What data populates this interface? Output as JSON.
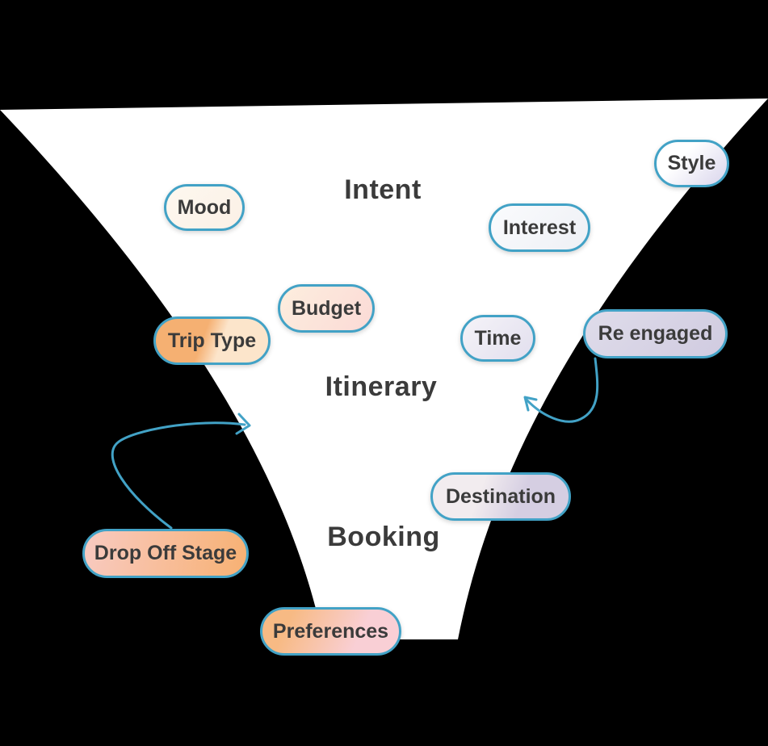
{
  "theme": {
    "background": "#000000",
    "funnel_fill": "#ffffff",
    "accent": "#42a2c6",
    "text_color": "#3b3b3b"
  },
  "funnel": {
    "stages": [
      {
        "id": "intent",
        "label": "Intent"
      },
      {
        "id": "itinerary",
        "label": "Itinerary"
      },
      {
        "id": "booking",
        "label": "Booking"
      }
    ]
  },
  "pills": [
    {
      "id": "mood",
      "label": "Mood",
      "background": "linear-gradient(135deg, #fdf8ef, #fcf0e6)"
    },
    {
      "id": "style",
      "label": "Style",
      "background": "linear-gradient(135deg, #ffffff 35%, #d9d5ec)"
    },
    {
      "id": "interest",
      "label": "Interest",
      "background": "linear-gradient(135deg, #fafbfd, #eef0f5)"
    },
    {
      "id": "budget",
      "label": "Budget",
      "background": "linear-gradient(125deg, #fdeede, #fbdad6)"
    },
    {
      "id": "trip-type",
      "label": "Trip Type",
      "background": "linear-gradient(110deg, #f5b072 42%, #fce5cb 58%)"
    },
    {
      "id": "time",
      "label": "Time",
      "background": "linear-gradient(135deg, #f5f3f8, #e2dfee)"
    },
    {
      "id": "re-engaged",
      "label": "Re engaged",
      "background": "linear-gradient(135deg, #dfdcea, #d0cbe0)"
    },
    {
      "id": "destination",
      "label": "Destination",
      "background": "linear-gradient(110deg, #f2ecef 35%, #d5cee2 65%)"
    },
    {
      "id": "drop-off-stage",
      "label": "Drop Off Stage",
      "background": "linear-gradient(100deg, #f8cac1, #f7b173)"
    },
    {
      "id": "preferences",
      "label": "Preferences",
      "background": "linear-gradient(115deg, #f7ba84 20%, #f9cfd5 70%)"
    }
  ],
  "arrows": [
    {
      "id": "drop-off-to-funnel",
      "direction": "from Drop Off Stage pill curving up into funnel, pointing right"
    },
    {
      "id": "re-engaged-to-funnel",
      "direction": "from Re engaged pill curving down, pointing up-left into funnel"
    }
  ]
}
